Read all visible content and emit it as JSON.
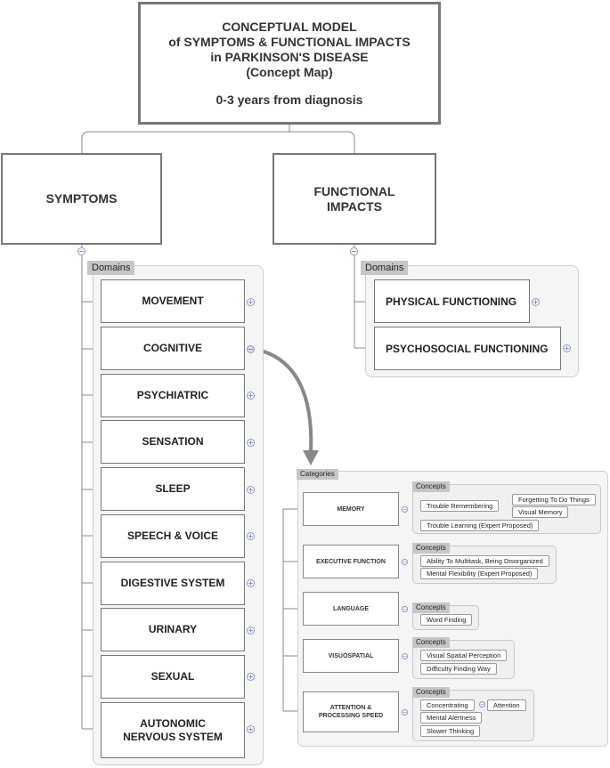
{
  "title": {
    "line1": "CONCEPTUAL MODEL",
    "line2": "of SYMPTOMS & FUNCTIONAL IMPACTS",
    "line3": "in PARKINSON'S DISEASE",
    "line4": "(Concept Map)",
    "subtitle": "0-3 years from diagnosis"
  },
  "symptoms": {
    "label": "SYMPTOMS",
    "domains_label": "Domains",
    "domains": [
      {
        "label": "MOVEMENT",
        "toggle": "+"
      },
      {
        "label": "COGNITIVE",
        "toggle": "−"
      },
      {
        "label": "PSYCHIATRIC",
        "toggle": "+"
      },
      {
        "label": "SENSATION",
        "toggle": "+"
      },
      {
        "label": "SLEEP",
        "toggle": "+"
      },
      {
        "label": "SPEECH & VOICE",
        "toggle": "+"
      },
      {
        "label": "DIGESTIVE SYSTEM",
        "toggle": "+"
      },
      {
        "label": "URINARY",
        "toggle": "+"
      },
      {
        "label": "SEXUAL",
        "toggle": "+"
      },
      {
        "label": "AUTONOMIC NERVOUS SYSTEM",
        "toggle": "+"
      }
    ]
  },
  "functional": {
    "label": "FUNCTIONAL IMPACTS",
    "domains_label": "Domains",
    "domains": [
      {
        "label": "PHYSICAL FUNCTIONING",
        "toggle": "+"
      },
      {
        "label": "PSYCHOSOCIAL FUNCTIONING",
        "toggle": "+"
      }
    ]
  },
  "cognitive_detail": {
    "categories_label": "Categories",
    "concepts_label": "Concepts",
    "categories": [
      {
        "label": "MEMORY",
        "concepts": [
          "Trouble Remembering",
          "Trouble Learning (Expert Proposed)"
        ],
        "sub_concepts": [
          "Forgetting To Do Things",
          "Visual Memory"
        ]
      },
      {
        "label": "EXECUTIVE FUNCTION",
        "concepts": [
          "Ability To Multitask, Being Disorganized",
          "Mental Flexibility (Expert Proposed)"
        ]
      },
      {
        "label": "LANGUAGE",
        "concepts": [
          "Word Finding"
        ]
      },
      {
        "label": "VISUOSPATIAL",
        "concepts": [
          "Visual Spatial Perception",
          "Difficulty Finding Way"
        ]
      },
      {
        "label": "ATTENTION & PROCESSING SPEED",
        "concepts": [
          "Concentrating",
          "Mental Alertness",
          "Slower Thinking"
        ],
        "sub_concepts": [
          "Attention"
        ]
      }
    ]
  }
}
